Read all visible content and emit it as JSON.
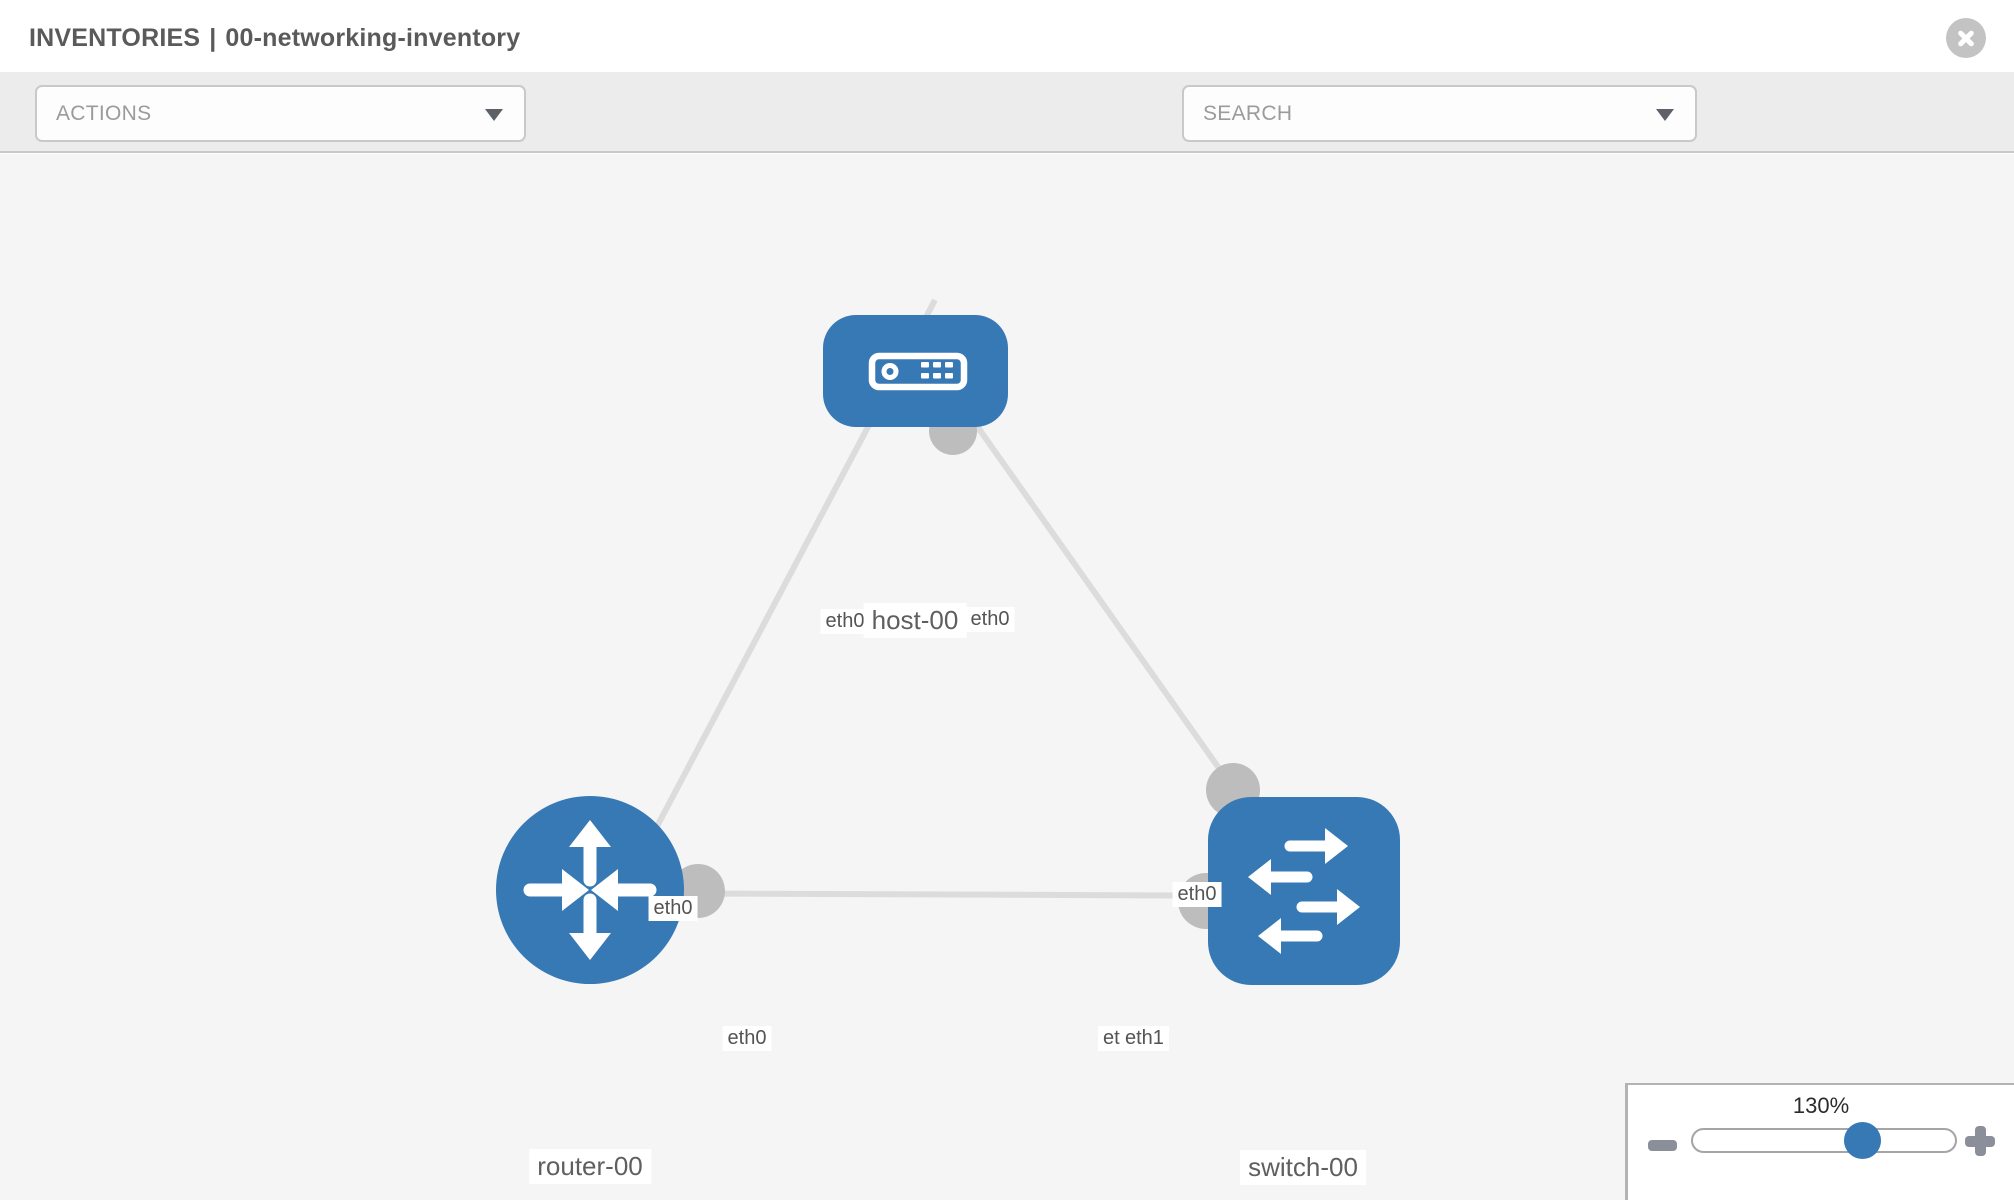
{
  "header": {
    "section": "INVENTORIES",
    "separator": "|",
    "inventory_name": "00-networking-inventory",
    "close_icon": "close-icon"
  },
  "toolbar": {
    "actions_placeholder": "ACTIONS",
    "search_placeholder": "SEARCH",
    "icon_buttons": [
      "wrench-icon",
      "key-icon"
    ]
  },
  "diagram": {
    "nodes": [
      {
        "id": "host-00",
        "type": "host",
        "label": "host-00",
        "icon": "host-icon"
      },
      {
        "id": "router-00",
        "type": "router",
        "label": "router-00",
        "icon": "router-icon"
      },
      {
        "id": "switch-00",
        "type": "switch",
        "label": "switch-00",
        "icon": "switch-icon"
      }
    ],
    "links": [
      {
        "source": "host-00",
        "target": "router-00",
        "source_interface": "eth0",
        "target_interface": "eth0"
      },
      {
        "source": "host-00",
        "target": "switch-00",
        "source_interface": "eth0",
        "target_interface": "eth0"
      },
      {
        "source": "router-00",
        "target": "switch-00",
        "source_interface": "eth0",
        "target_interface": "eth1"
      }
    ],
    "colors": {
      "node_fill": "#3779b5",
      "link_line": "#dcdcdc",
      "interface_dot": "#bdbdbd",
      "label_text": "#5f5f5f"
    }
  },
  "zoom_control": {
    "level": "130%",
    "minus_icon": "minus-icon",
    "plus_icon": "plus-icon"
  }
}
